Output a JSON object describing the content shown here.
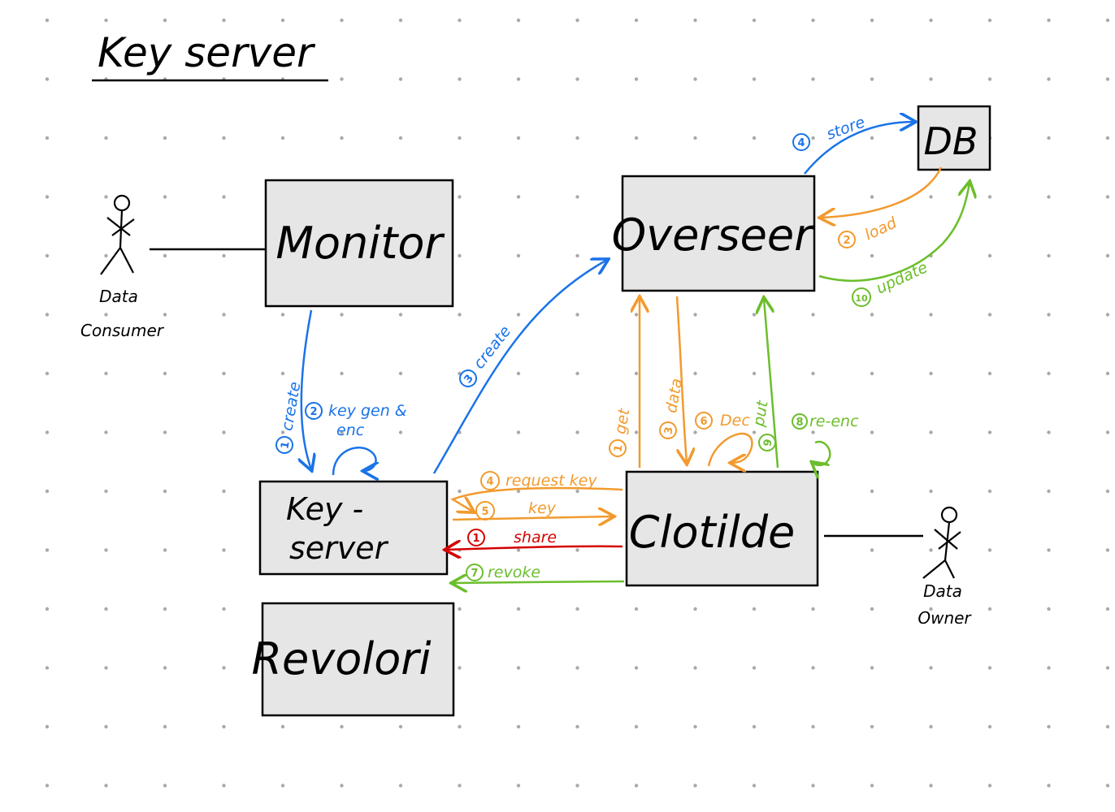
{
  "title": "Key server",
  "colors": {
    "ink": "#000000",
    "box_fill": "#e6e6e6",
    "blue": "#1a73e8",
    "orange": "#f29a2e",
    "green": "#6cbe2c",
    "red": "#d40000",
    "dots": "#a9a9a9"
  },
  "nodes": {
    "monitor": "Monitor",
    "overseer": "Overseer",
    "db": "DB",
    "key_server_line1": "Key -",
    "key_server_line2": "server",
    "clotilde": "Clotilde",
    "revolori": "Revolori"
  },
  "actors": {
    "consumer_line1": "Data",
    "consumer_line2": "Consumer",
    "owner_line1": "Data",
    "owner_line2": "Owner"
  },
  "edges": {
    "create_1": {
      "num": "1",
      "text": "create",
      "color": "blue"
    },
    "keygen_2": {
      "num": "2",
      "text_line1": "key gen &",
      "text_line2": "enc",
      "color": "blue"
    },
    "create_3": {
      "num": "3",
      "text": "create",
      "color": "blue"
    },
    "store_4": {
      "num": "4",
      "text": "store",
      "color": "blue"
    },
    "load_2": {
      "num": "2",
      "text": "load",
      "color": "orange"
    },
    "update_10": {
      "num": "10",
      "text": "update",
      "color": "green"
    },
    "get_1": {
      "num": "1",
      "text": "get",
      "color": "orange"
    },
    "data_3": {
      "num": "3",
      "text": "data",
      "color": "orange"
    },
    "dec_6": {
      "num": "6",
      "text": "Dec",
      "color": "orange"
    },
    "put_9": {
      "num": "9",
      "text": "put",
      "color": "green"
    },
    "reenc_8": {
      "num": "8",
      "text": "re-enc",
      "color": "green"
    },
    "request_key_4": {
      "num": "4",
      "text": "request key",
      "color": "orange"
    },
    "key_5": {
      "num": "5",
      "text": "key",
      "color": "orange"
    },
    "share_1": {
      "num": "1",
      "text": "share",
      "color": "red"
    },
    "revoke_7": {
      "num": "7",
      "text": "revoke",
      "color": "green"
    }
  }
}
